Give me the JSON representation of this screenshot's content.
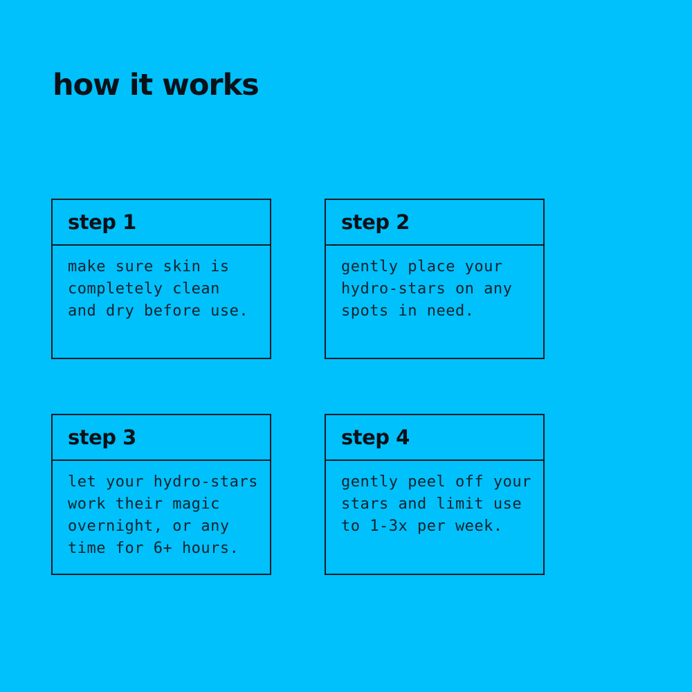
{
  "page": {
    "title": "how it works",
    "background_color": "#00C1FB",
    "text_color": "#0D1B26",
    "border_color": "#0D1B26"
  },
  "steps": [
    {
      "label": "step 1",
      "description": "make sure skin is\ncompletely clean\nand dry before use."
    },
    {
      "label": "step 2",
      "description": "gently place your\nhydro-stars on any\nspots in need."
    },
    {
      "label": "step 3",
      "description": "let your hydro-stars\nwork their magic\novernight, or any\ntime for 6+ hours."
    },
    {
      "label": "step 4",
      "description": "gently peel off your\nstars and limit use\nto 1-3x per week."
    }
  ]
}
